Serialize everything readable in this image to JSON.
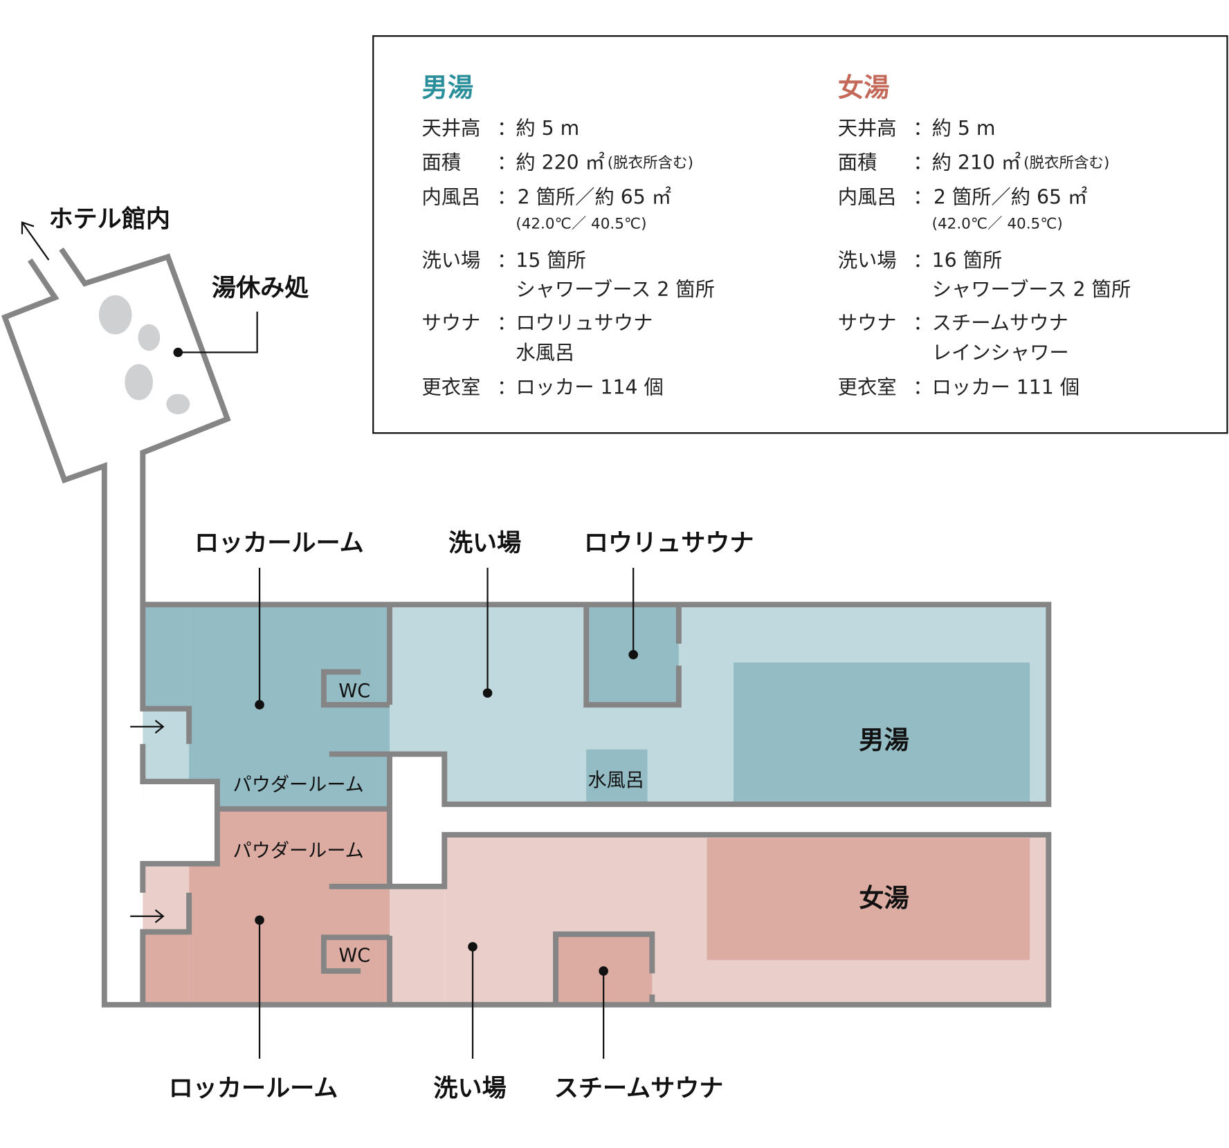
{
  "colors": {
    "men_title": "#2a8f9b",
    "women_title": "#c4695a",
    "men_dark": "#93bcc5",
    "men_light": "#c0d9de",
    "women_dark": "#dcaca2",
    "women_light": "#e9ceca",
    "wall": "#858585",
    "stone": "#cfd0d2"
  },
  "separator": "：",
  "info": {
    "men": {
      "title": "男湯",
      "ceiling": {
        "label": "天井高",
        "value": "約 5 m"
      },
      "area": {
        "label": "面積",
        "value": "約 220 ㎡",
        "note": "(脱衣所含む)"
      },
      "inner_bath": {
        "label": "内風呂",
        "value": "2 箇所／約 65 ㎡",
        "sub": "(42.0℃／ 40.5℃)"
      },
      "wash": {
        "label": "洗い場",
        "value": "15 箇所",
        "sub": "シャワーブース 2 箇所"
      },
      "sauna": {
        "label": "サウナ",
        "value": "ロウリュサウナ",
        "sub": "水風呂"
      },
      "locker": {
        "label": "更衣室",
        "value": "ロッカー 114 個"
      }
    },
    "women": {
      "title": "女湯",
      "ceiling": {
        "label": "天井高",
        "value": "約 5 m"
      },
      "area": {
        "label": "面積",
        "value": "約 210 ㎡",
        "note": "(脱衣所含む)"
      },
      "inner_bath": {
        "label": "内風呂",
        "value": "2 箇所／約 65 ㎡",
        "sub": "(42.0℃／ 40.5℃)"
      },
      "wash": {
        "label": "洗い場",
        "value": "16 箇所",
        "sub": "シャワーブース 2 箇所"
      },
      "sauna": {
        "label": "サウナ",
        "value": "スチームサウナ",
        "sub": "レインシャワー"
      },
      "locker": {
        "label": "更衣室",
        "value": "ロッカー 111 個"
      }
    }
  },
  "map": {
    "hotel": "ホテル館内",
    "lounge": "湯休み処",
    "men": {
      "locker": "ロッカールーム",
      "wash": "洗い場",
      "sauna": "ロウリュサウナ",
      "powder": "パウダールーム",
      "wc": "WC",
      "cold": "水風呂",
      "bath": "男湯"
    },
    "women": {
      "locker": "ロッカールーム",
      "wash": "洗い場",
      "sauna": "スチームサウナ",
      "powder": "パウダールーム",
      "wc": "WC",
      "bath": "女湯"
    }
  }
}
